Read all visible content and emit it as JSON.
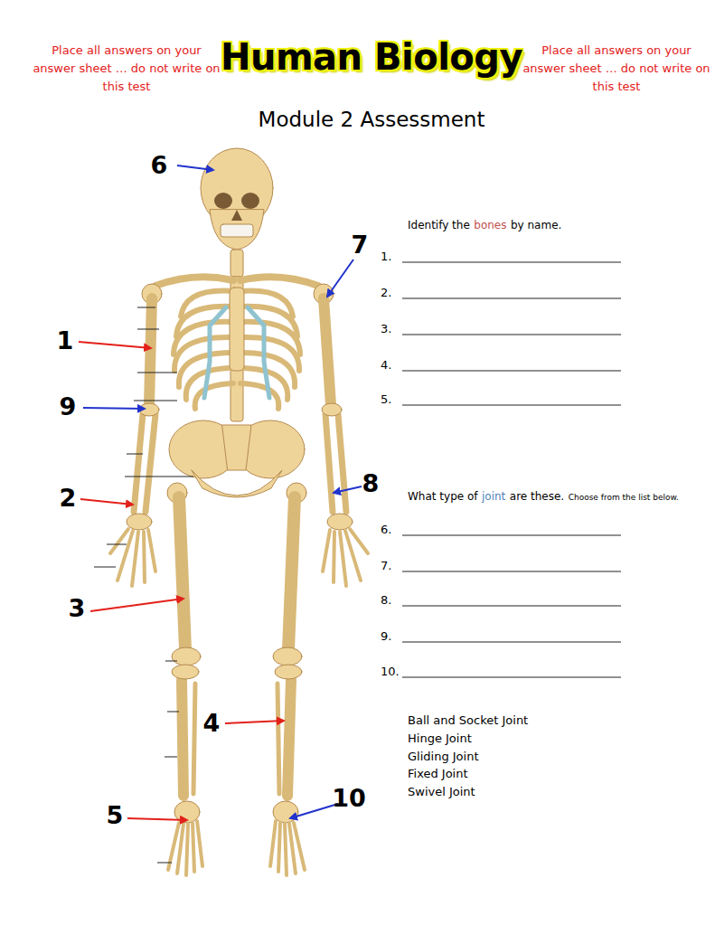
{
  "diagram": {
    "title": "Human Biology",
    "labels": [
      "Place all answers on your answer sheet … do not write on this test",
      "Place all answers on your answer sheet … do not write on this test",
      "Module 2 Assessment",
      "Identify the",
      "bones",
      "by name.",
      "1.",
      "2.",
      "3.",
      "4.",
      "5.",
      "What type of",
      "joint",
      "are these.",
      "Choose from the list below.",
      "6.",
      "7.",
      "8.",
      "9.",
      "10.",
      "Ball and Socket Joint",
      "Hinge Joint",
      "Gliding Joint",
      "Fixed Joint",
      "Swivel Joint",
      "6",
      "7",
      "1",
      "9",
      "8",
      "2",
      "3",
      "4",
      "10",
      "5"
    ]
  }
}
